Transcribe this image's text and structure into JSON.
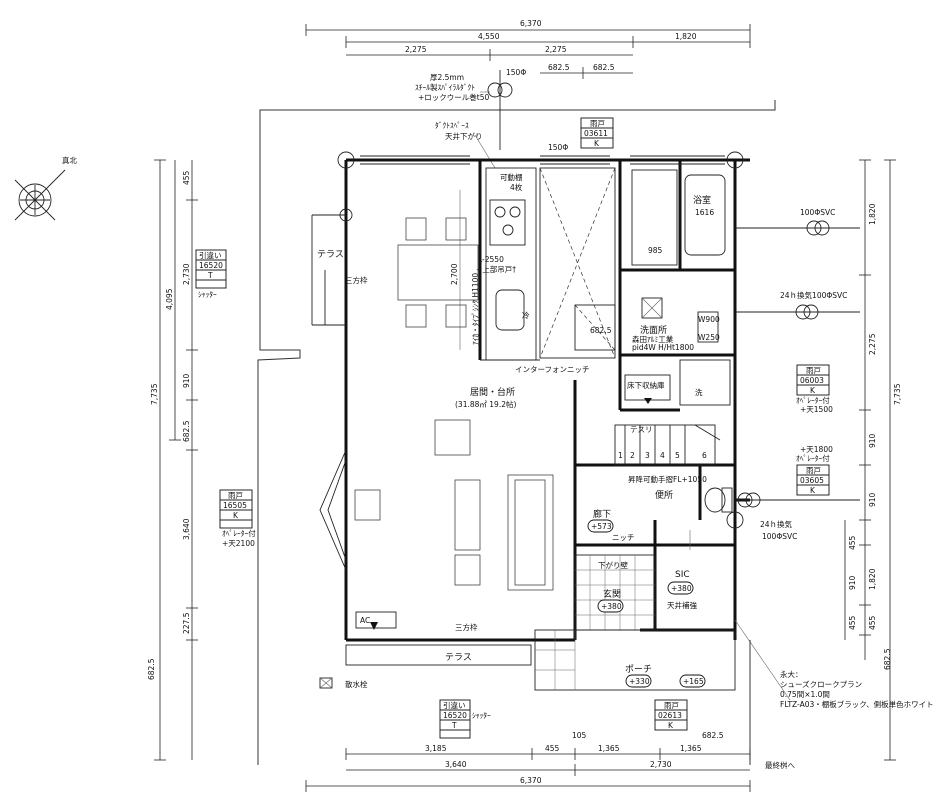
{
  "dims_top": [
    "6,370",
    "4,550",
    "1,820",
    "2,275",
    "2,275",
    "682.5",
    "682.5"
  ],
  "dims_bottom": [
    "3,185",
    "455",
    "1,365",
    "1,365",
    "682.5",
    "105",
    "3,640",
    "2,730",
    "6,370"
  ],
  "dims_left": [
    "455",
    "2,730",
    "4,095",
    "7,735",
    "910",
    "682.5",
    "3,640",
    "227.5",
    "682.5"
  ],
  "dims_right": [
    "1,820",
    "2,275",
    "7,735",
    "910",
    "455",
    "910",
    "1,820",
    "455",
    "682.5"
  ],
  "north_label": "真北",
  "duct_note_1": "厚2.5mm",
  "duct_note_2": "ｽﾁｰﾙ製ｽﾊﾟｲﾗﾙﾀﾞｸﾄ",
  "duct_note_3": "+ロックウール巻t50",
  "duct_150_top": "150Φ",
  "duct_150_mid": "150Φ",
  "duct_space_1": "ﾀﾞｸﾄｽﾍﾟｰｽ",
  "duct_space_2": "天井下がり",
  "kitchen_shelf_1": "可動棚",
  "kitchen_shelf_2": "4枚",
  "kitchen_note_1": "L-2550",
  "kitchen_note_2": "+上部吊戸†",
  "kitchen_vertical": "ｱｲｶ・ﾀｲﾌﾟｼﾝｸ H1100",
  "dim_2700": "2,700",
  "bath_label": "浴室",
  "bath_size": "1616",
  "dim_985": "985",
  "washroom_label": "洗面所",
  "washroom_note_1": "森田ｱﾙﾐ工業",
  "washroom_note_2": "pid4W H/Ht1800",
  "w900": "W900",
  "w250": "W250",
  "dim_6825": "682.5",
  "intercom": "インターフォンニッチ",
  "underfloor": "床下収納庫",
  "reizo": "冷",
  "sentaku": "洗",
  "living_label": "居間・台所",
  "living_area": "(31.88㎡ 19.2帖)",
  "terrace_top": "テラス",
  "terrace_bottom": "テラス",
  "sanpowaku_1": "三方枠",
  "sanpowaku_2": "三方枠",
  "tesuri": "テスリ",
  "stairs": [
    "1",
    "2",
    "3",
    "4",
    "5",
    "6"
  ],
  "toilet_label": "便所",
  "toilet_note": "昇降可動手摺FL+1050",
  "hall_label": "廊下",
  "hall_level": "+573",
  "niche": "ニッチ",
  "sagari": "下がり壁",
  "entrance_label": "玄関",
  "entrance_level": "+380",
  "sic_label": "SIC",
  "sic_level": "+380",
  "ceiling_reinforce": "天井補強",
  "porch_label": "ポーチ",
  "porch_level": "+330",
  "porch_level2": "+165",
  "sanshui": "散水栓",
  "ac_label": "AC",
  "vent_100_1": "100ΦSVC",
  "vent_24h_1": "24ｈ換気100ΦSVC",
  "vent_24h_2_a": "24ｈ換気",
  "vent_24h_2_b": "100ΦSVC",
  "tag_03611": [
    "雨戸",
    "03611",
    "K"
  ],
  "tag_16520_l": [
    "引違い",
    "16520",
    "T",
    "ｼｬｯﾀｰ"
  ],
  "tag_16505": [
    "雨戸",
    "16505",
    "K",
    "ｵﾍﾟﾚｰﾀｰ付",
    "+天2100"
  ],
  "tag_06003": [
    "雨戸",
    "06003",
    "K",
    "ｵﾍﾟﾚｰﾀｰ付",
    "+天1500"
  ],
  "tag_03605": [
    "+天1800",
    "ｵﾍﾟﾚｰﾀｰ付",
    "雨戸",
    "03605",
    "K"
  ],
  "tag_16520_b": [
    "引違い",
    "16520",
    "T",
    "ｼｬｯﾀｰ"
  ],
  "tag_02613": [
    "雨戸",
    "02613",
    "K"
  ],
  "shoe_note": [
    "永大：",
    "シューズクロークプラン",
    "0.75間×1.0間",
    "FLTZ-A03・棚板ブラック、側板単色ホワイト"
  ],
  "saishu": "最終桝へ"
}
